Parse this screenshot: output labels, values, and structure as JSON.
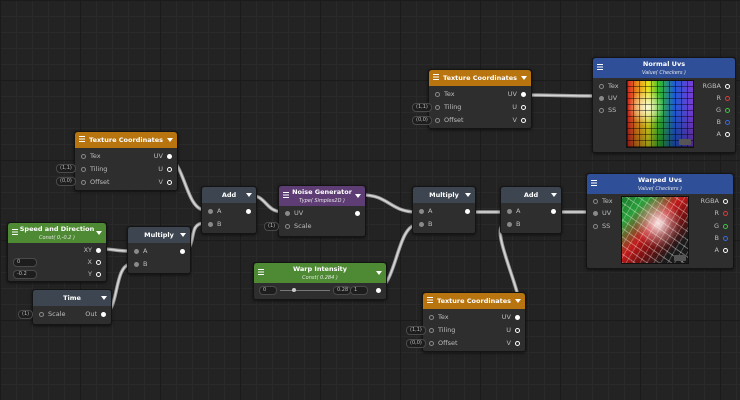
{
  "colors": {
    "canvas": "#232323",
    "orange": "#b8740f",
    "dark": "#3d4650",
    "purple": "#5e3d74",
    "green": "#4e8a33",
    "blue": "#2f4f98"
  },
  "tex1": {
    "title": "Texture Coordinates",
    "inputs": [
      "Tex",
      "Tiling",
      "Offset"
    ],
    "outputs": [
      "UV",
      "U",
      "V"
    ],
    "tiling_field": "(1,1)",
    "offset_field": "(0,0)"
  },
  "tex2": {
    "title": "Texture Coordinates",
    "inputs": [
      "Tex",
      "Tiling",
      "Offset"
    ],
    "outputs": [
      "UV",
      "U",
      "V"
    ],
    "tiling_field": "(1,1)",
    "offset_field": "(0,0)"
  },
  "tex3": {
    "title": "Texture Coordinates",
    "inputs": [
      "Tex",
      "Tiling",
      "Offset"
    ],
    "outputs": [
      "UV",
      "U",
      "V"
    ],
    "tiling_field": "(1,1)",
    "offset_field": "(0,0)"
  },
  "speed": {
    "title": "Speed and Direction",
    "subtitle": "Const( 0,-0.2 )",
    "x_value": "0",
    "y_value": "-0.2",
    "outputs": [
      "XY",
      "X",
      "Y"
    ]
  },
  "time": {
    "title": "Time",
    "input": "Scale",
    "output": "Out",
    "scale_field": "(1)"
  },
  "mult1": {
    "title": "Multiply",
    "inputs": [
      "A",
      "B"
    ]
  },
  "add1": {
    "title": "Add",
    "inputs": [
      "A",
      "B"
    ]
  },
  "noise": {
    "title": "Noise Generator",
    "subtitle": "Type( Simplex2D )",
    "inputs": [
      "UV",
      "Scale"
    ],
    "scale_field": "(1)"
  },
  "warp": {
    "title": "Warp Intensity",
    "subtitle": "Const( 0.284 )",
    "min": "0",
    "max": "1",
    "value": "0.28",
    "level": 0.28
  },
  "mult2": {
    "title": "Multiply",
    "inputs": [
      "A",
      "B"
    ]
  },
  "add2": {
    "title": "Add",
    "inputs": [
      "A",
      "B"
    ]
  },
  "normal": {
    "title": "Normal Uvs",
    "subtitle": "Value( Checkers )",
    "inputs": [
      "Tex",
      "UV",
      "SS"
    ],
    "outputs": [
      "RGBA",
      "R",
      "G",
      "B",
      "A"
    ]
  },
  "warped": {
    "title": "Warped Uvs",
    "subtitle": "Value( Checkers )",
    "inputs": [
      "Tex",
      "UV",
      "SS"
    ],
    "outputs": [
      "RGBA",
      "R",
      "G",
      "B",
      "A"
    ]
  }
}
